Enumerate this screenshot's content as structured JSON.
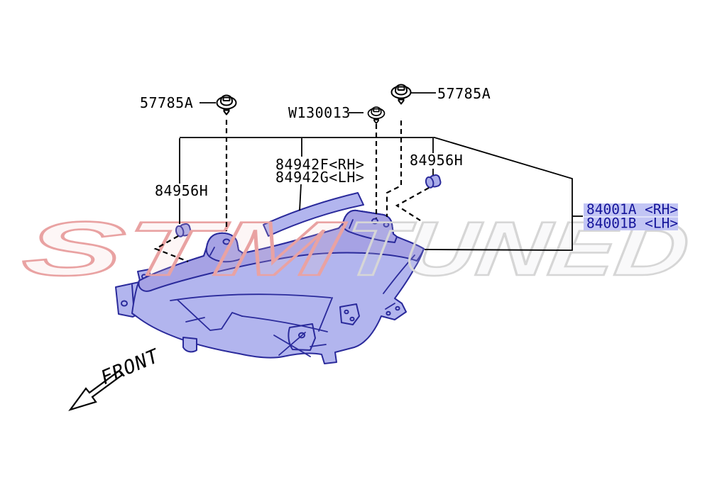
{
  "diagram": {
    "part_labels": {
      "bolt_top_left": "57785A",
      "bolt_top_right": "57785A",
      "screw_center": "W130013",
      "trim_line1": "84942F<RH>",
      "trim_line2": "84942G<LH>",
      "clip_left": "84956H",
      "clip_right": "84956H"
    },
    "highlighted_part": {
      "line1": "84001A <RH>",
      "line2": "84001B <LH>"
    },
    "front_label": "FRONT",
    "watermark": {
      "left": "STM",
      "right": "TUNED"
    },
    "colors": {
      "part_fill": "#b2b5ee",
      "part_fill_dark": "#a6a2e4",
      "part_outline": "#2a2a9b",
      "line_color": "#000000",
      "highlight_bg": "#c2c5f4",
      "highlight_text": "#15159b",
      "watermark_red": "#e9a2a2",
      "watermark_gray": "#d6d6d6"
    }
  }
}
